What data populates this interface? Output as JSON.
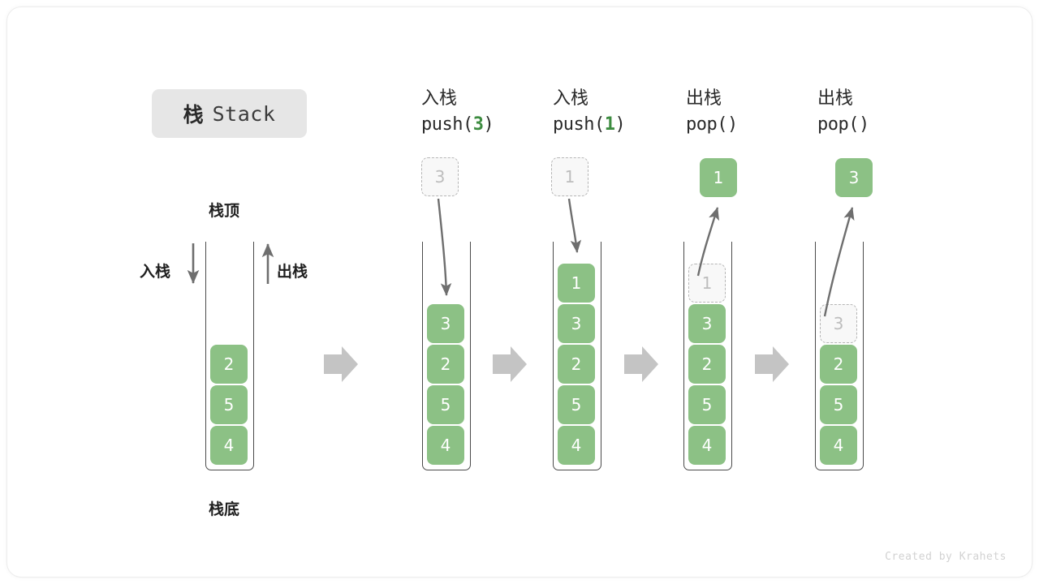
{
  "title": {
    "cn": "栈",
    "en": "Stack"
  },
  "labels": {
    "top": "栈顶",
    "bottom": "栈底",
    "push": "入栈",
    "pop": "出栈"
  },
  "colors": {
    "cell_green": "#8cc185",
    "ghost_fill": "#f8f8f8",
    "ghost_border": "#b6b6b6",
    "arrow_gray": "#c4c4c4",
    "line_gray": "#6e6e6e",
    "badge_bg": "#e6e6e6",
    "accent_green": "#3d8c40"
  },
  "initial_stack": {
    "name": "initial",
    "cells": [
      {
        "value": "2",
        "state": "solid"
      },
      {
        "value": "5",
        "state": "solid"
      },
      {
        "value": "4",
        "state": "solid"
      }
    ]
  },
  "steps": [
    {
      "op_cn": "入栈",
      "op_fn_prefix": "push(",
      "op_fn_arg": "3",
      "op_fn_suffix": ")",
      "op_type": "push",
      "float_box": {
        "value": "3",
        "state": "ghost"
      },
      "cells": [
        {
          "value": "3",
          "state": "solid"
        },
        {
          "value": "2",
          "state": "solid"
        },
        {
          "value": "5",
          "state": "solid"
        },
        {
          "value": "4",
          "state": "solid"
        }
      ]
    },
    {
      "op_cn": "入栈",
      "op_fn_prefix": "push(",
      "op_fn_arg": "1",
      "op_fn_suffix": ")",
      "op_type": "push",
      "float_box": {
        "value": "1",
        "state": "ghost"
      },
      "cells": [
        {
          "value": "1",
          "state": "solid"
        },
        {
          "value": "3",
          "state": "solid"
        },
        {
          "value": "2",
          "state": "solid"
        },
        {
          "value": "5",
          "state": "solid"
        },
        {
          "value": "4",
          "state": "solid"
        }
      ]
    },
    {
      "op_cn": "出栈",
      "op_fn_prefix": "pop(",
      "op_fn_arg": "",
      "op_fn_suffix": ")",
      "op_type": "pop",
      "float_box": {
        "value": "1",
        "state": "solid"
      },
      "cells": [
        {
          "value": "1",
          "state": "ghost"
        },
        {
          "value": "3",
          "state": "solid"
        },
        {
          "value": "2",
          "state": "solid"
        },
        {
          "value": "5",
          "state": "solid"
        },
        {
          "value": "4",
          "state": "solid"
        }
      ]
    },
    {
      "op_cn": "出栈",
      "op_fn_prefix": "pop(",
      "op_fn_arg": "",
      "op_fn_suffix": ")",
      "op_type": "pop",
      "float_box": {
        "value": "3",
        "state": "solid"
      },
      "cells": [
        {
          "value": "3",
          "state": "ghost"
        },
        {
          "value": "2",
          "state": "solid"
        },
        {
          "value": "5",
          "state": "solid"
        },
        {
          "value": "4",
          "state": "solid"
        }
      ]
    }
  ],
  "footer": "Created by Krahets"
}
